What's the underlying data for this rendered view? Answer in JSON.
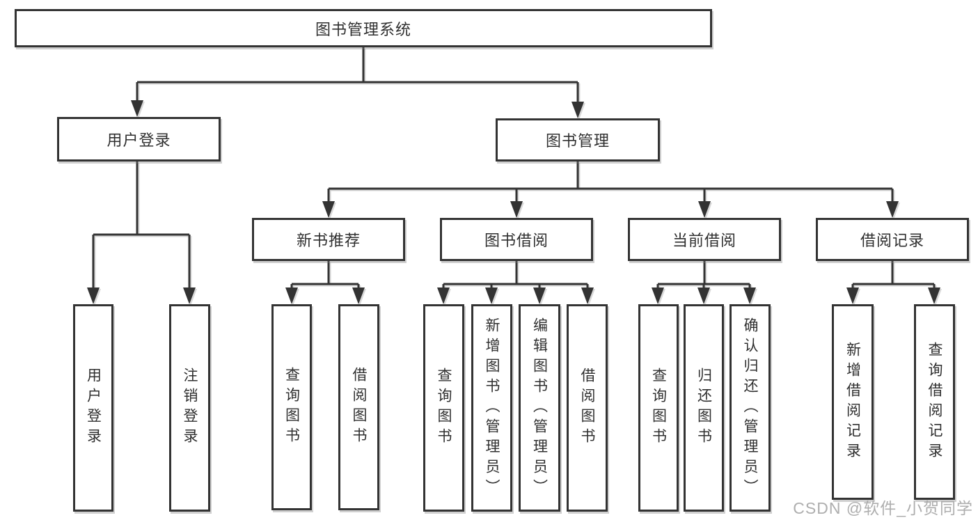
{
  "title": "图书管理系统",
  "colors": {
    "line": "#333333",
    "text": "#2f2f2f",
    "background": "#ffffff",
    "watermark": "#a5a5a5"
  },
  "tree": {
    "root": "图书管理系统",
    "level2": [
      {
        "label": "用户登录",
        "children": [
          "用户登录",
          "注销登录"
        ]
      },
      {
        "label": "图书管理",
        "children": [
          {
            "label": "新书推荐",
            "children": [
              "查询图书",
              "借阅图书"
            ]
          },
          {
            "label": "图书借阅",
            "children": [
              "查询图书",
              "新增图书（管理员）",
              "编辑图书（管理员）",
              "借阅图书"
            ]
          },
          {
            "label": "当前借阅",
            "children": [
              "查询图书",
              "归还图书",
              "确认归还（管理员）"
            ]
          },
          {
            "label": "借阅记录",
            "children": [
              "新增借阅记录",
              "查询借阅记录"
            ]
          }
        ]
      }
    ]
  },
  "watermark": {
    "text": "CSDN @软件_小贺同学"
  }
}
